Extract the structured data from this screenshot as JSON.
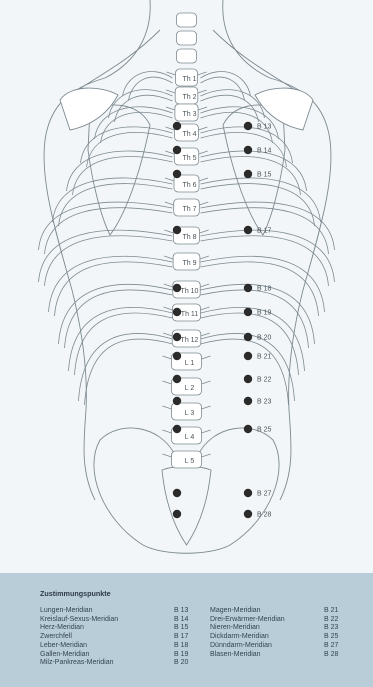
{
  "vertebra_labels": [
    {
      "name": "th1",
      "text": "Th 1"
    },
    {
      "name": "th2",
      "text": "Th 2"
    },
    {
      "name": "th3",
      "text": "Th 3"
    },
    {
      "name": "th4",
      "text": "Th 4"
    },
    {
      "name": "th5",
      "text": "Th 5"
    },
    {
      "name": "th6",
      "text": "Th 6"
    },
    {
      "name": "th7",
      "text": "Th 7"
    },
    {
      "name": "th8",
      "text": "Th 8"
    },
    {
      "name": "th9",
      "text": "Th 9"
    },
    {
      "name": "th10",
      "text": "Th 10"
    },
    {
      "name": "th11",
      "text": "Th 11"
    },
    {
      "name": "th12",
      "text": "Th 12"
    },
    {
      "name": "l1",
      "text": "L 1"
    },
    {
      "name": "l2",
      "text": "L 2"
    },
    {
      "name": "l3",
      "text": "L 3"
    },
    {
      "name": "l4",
      "text": "L 4"
    },
    {
      "name": "l5",
      "text": "L 5"
    }
  ],
  "point_labels": [
    {
      "name": "b13",
      "text": "B 13"
    },
    {
      "name": "b14",
      "text": "B 14"
    },
    {
      "name": "b15",
      "text": "B 15"
    },
    {
      "name": "b17",
      "text": "B 17"
    },
    {
      "name": "b18",
      "text": "B 18"
    },
    {
      "name": "b19",
      "text": "B 19"
    },
    {
      "name": "b20",
      "text": "B 20"
    },
    {
      "name": "b21",
      "text": "B 21"
    },
    {
      "name": "b22",
      "text": "B 22"
    },
    {
      "name": "b23",
      "text": "B 23"
    },
    {
      "name": "b25",
      "text": "B 25"
    },
    {
      "name": "b27",
      "text": "B 27"
    },
    {
      "name": "b28",
      "text": "B 28"
    }
  ],
  "legend": {
    "title": "Zustimmungspunkte",
    "left": [
      {
        "name": "Lungen-Meridian",
        "code": "B 13"
      },
      {
        "name": "Kreislauf-Sexus-Meridian",
        "code": "B 14"
      },
      {
        "name": "Herz-Meridian",
        "code": "B 15"
      },
      {
        "name": "Zwerchfell",
        "code": "B 17"
      },
      {
        "name": "Leber-Meridian",
        "code": "B 18"
      },
      {
        "name": "Gallen-Meridian",
        "code": "B 19"
      },
      {
        "name": "Milz-Pankreas-Meridian",
        "code": "B 20"
      }
    ],
    "right": [
      {
        "name": "Magen-Meridian",
        "code": "B 21"
      },
      {
        "name": "Drei-Erwärmer-Meridian",
        "code": "B 22"
      },
      {
        "name": "Nieren-Meridian",
        "code": "B 23"
      },
      {
        "name": "Dickdarm-Meridian",
        "code": "B 25"
      },
      {
        "name": "Dünndarm-Meridian",
        "code": "B 27"
      },
      {
        "name": "Blasen-Meridian",
        "code": "B 28"
      }
    ]
  },
  "colors": {
    "background": "#f3f6f8",
    "line": "#7d8a91",
    "point": "#2b2b2b",
    "legend_background": "#b9cdd8"
  }
}
